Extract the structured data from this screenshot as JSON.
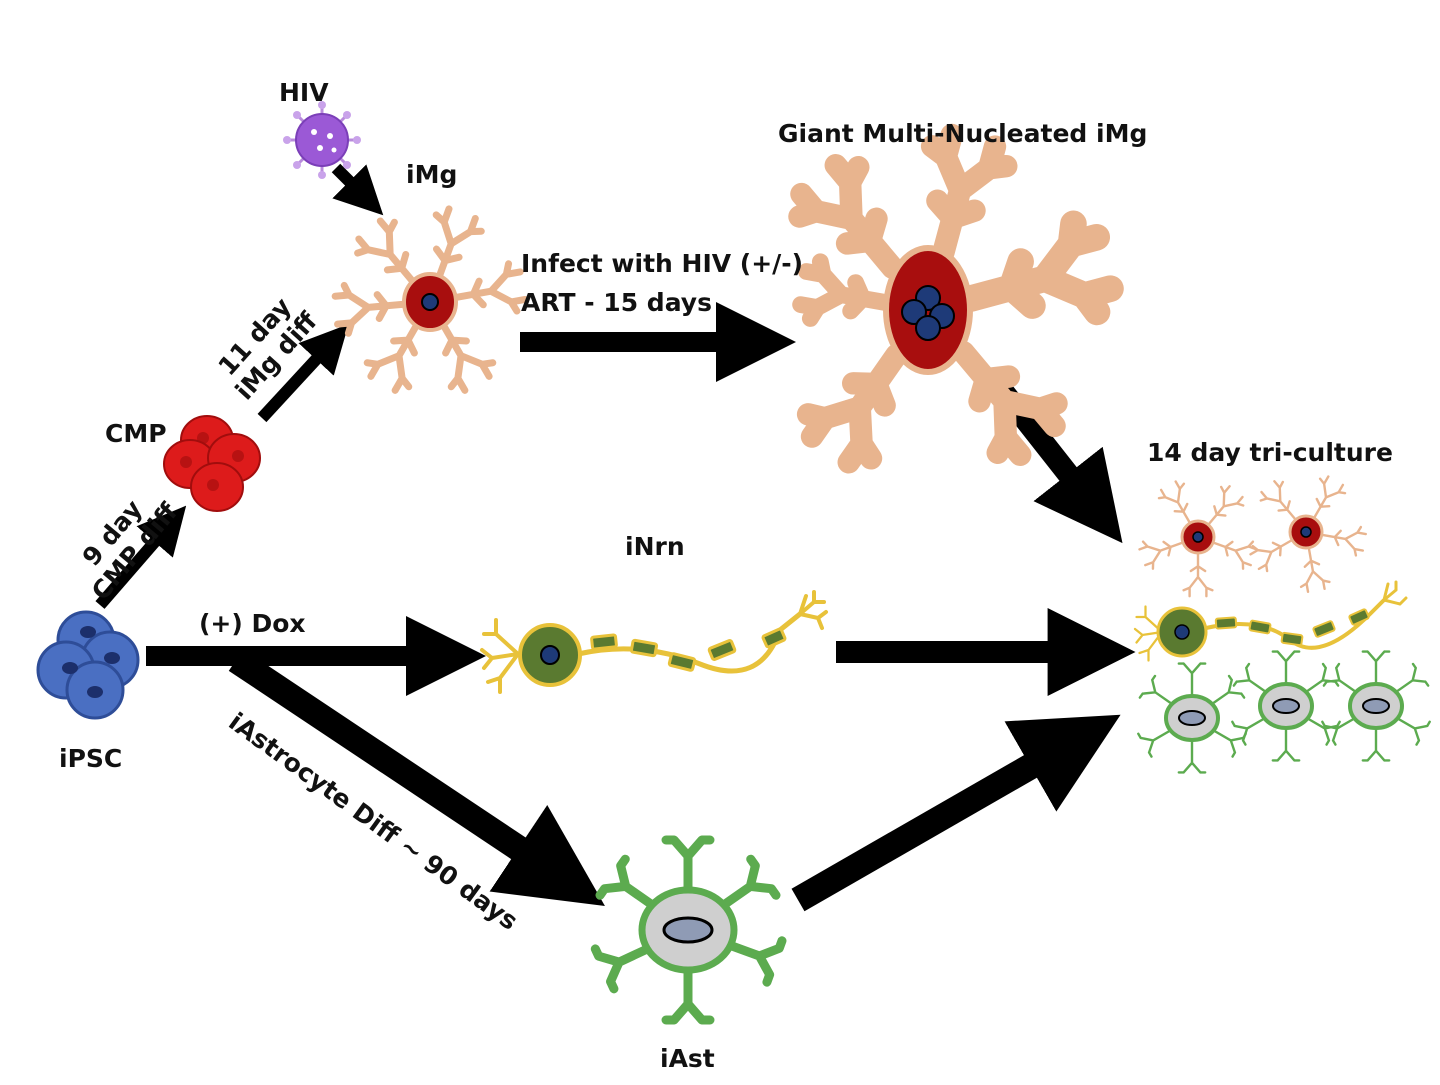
{
  "labels": {
    "hiv": "HIV",
    "img": "iMg",
    "giant": "Giant Multi-Nucleated iMg",
    "infect_line1": "Infect with HIV (+/-)",
    "infect_line2": "ART - 15 days",
    "img_diff_line1": "11 day",
    "img_diff_line2": "iMg diff",
    "cmp": "CMP",
    "cmp_diff_line1": "9 day",
    "cmp_diff_line2": "CMP diff",
    "tri_culture": "14 day tri-culture",
    "inrn": "iNrn",
    "dox": "(+) Dox",
    "ipsc": "iPSC",
    "astro_diff": "iAstrocyte Diff ~ 90 days",
    "iast": "iAst"
  },
  "colors": {
    "microglia_process": "#e8b48e",
    "microglia_body": "#a80e0e",
    "nucleus": "#1e3a78",
    "virus": "#9b59d6",
    "cmp": "#dd1b1b",
    "ipsc": "#4a6fc2",
    "neuron_outline": "#e8c23a",
    "neuron_body": "#5a7a30",
    "astrocyte": "#5cab4f",
    "astrocyte_body": "#cfcfcf",
    "arrow": "#000000"
  },
  "icons": [
    "hiv-virus-icon",
    "microglia-cell-icon",
    "giant-microglia-icon",
    "cmp-cells-icon",
    "ipsc-cells-icon",
    "neuron-cell-icon",
    "astrocyte-cell-icon"
  ]
}
